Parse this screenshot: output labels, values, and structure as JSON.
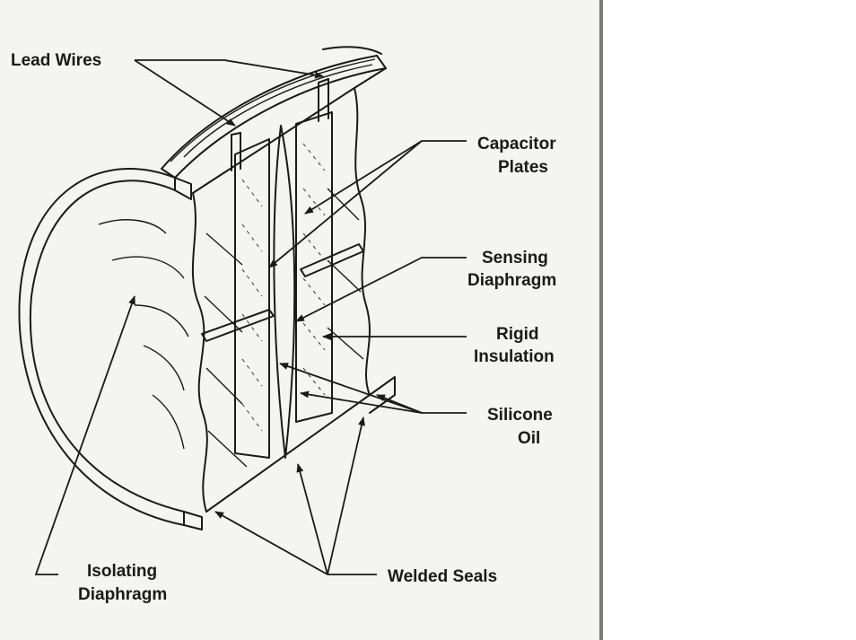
{
  "diagram": {
    "labels": {
      "lead_wires": "Lead Wires",
      "capacitor_plates_1": "Capacitor",
      "capacitor_plates_2": "Plates",
      "sensing_diaphragm_1": "Sensing",
      "sensing_diaphragm_2": "Diaphragm",
      "rigid_insulation_1": "Rigid",
      "rigid_insulation_2": "Insulation",
      "silicone_oil_1": "Silicone",
      "silicone_oil_2": "Oil",
      "isolating_diaphragm_1": "Isolating",
      "isolating_diaphragm_2": "Diaphragm",
      "welded_seals": "Welded Seals"
    },
    "colors": {
      "ink": "#1a1a1a",
      "paper": "#f4f4f2",
      "background": "#ffffff"
    }
  }
}
